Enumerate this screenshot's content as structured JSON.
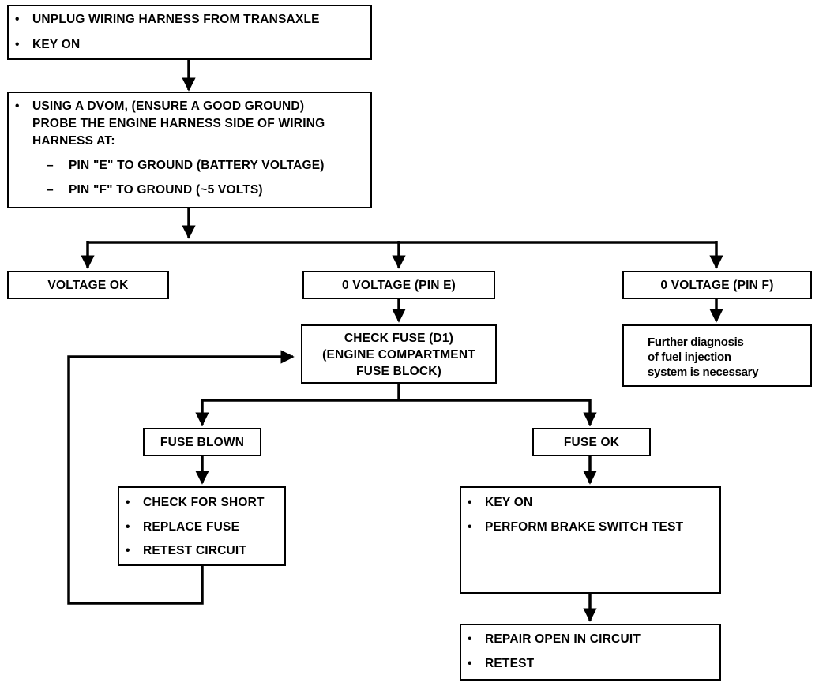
{
  "start_box": {
    "lines": [
      "UNPLUG WIRING HARNESS FROM TRANSAXLE",
      "KEY ON"
    ]
  },
  "probe_box": {
    "intro": [
      "USING A DVOM, (ENSURE A GOOD GROUND)",
      "PROBE THE ENGINE HARNESS SIDE OF WIRING",
      "HARNESS AT:"
    ],
    "items": [
      "PIN \"E\" TO GROUND (BATTERY VOLTAGE)",
      "PIN \"F\" TO GROUND (~5 VOLTS)"
    ]
  },
  "voltage_ok": "VOLTAGE OK",
  "zero_voltage_e": "0 VOLTAGE (PIN E)",
  "zero_voltage_f": "0 VOLTAGE (PIN F)",
  "check_fuse": {
    "lines": [
      "CHECK FUSE (D1)",
      "(ENGINE COMPARTMENT",
      "FUSE BLOCK)"
    ]
  },
  "further_diagnosis": {
    "lines": [
      "Further diagnosis",
      "of fuel injection",
      "system is necessary"
    ]
  },
  "fuse_blown": "FUSE BLOWN",
  "fuse_ok": "FUSE OK",
  "short_box": {
    "lines": [
      "CHECK FOR SHORT",
      "REPLACE FUSE",
      "RETEST CIRCUIT"
    ]
  },
  "brake_box": {
    "lines": [
      "KEY ON",
      "PERFORM BRAKE SWITCH TEST"
    ]
  },
  "repair_box": {
    "lines": [
      "REPAIR OPEN IN CIRCUIT",
      "RETEST"
    ]
  }
}
